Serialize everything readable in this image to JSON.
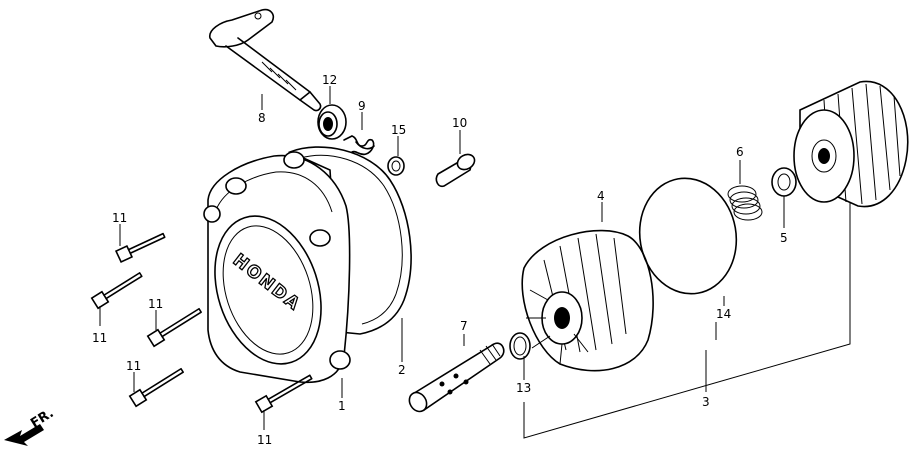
{
  "diagram": {
    "brand_text": "HONDA",
    "direction_label": "FR.",
    "callouts": [
      {
        "id": "c1",
        "text": "1"
      },
      {
        "id": "c2",
        "text": "2"
      },
      {
        "id": "c3",
        "text": "3"
      },
      {
        "id": "c4",
        "text": "4"
      },
      {
        "id": "c5",
        "text": "5"
      },
      {
        "id": "c6",
        "text": "6"
      },
      {
        "id": "c7",
        "text": "7"
      },
      {
        "id": "c8",
        "text": "8"
      },
      {
        "id": "c9",
        "text": "9"
      },
      {
        "id": "c10",
        "text": "10"
      },
      {
        "id": "c11a",
        "text": "11"
      },
      {
        "id": "c11b",
        "text": "11"
      },
      {
        "id": "c11c",
        "text": "11"
      },
      {
        "id": "c11d",
        "text": "11"
      },
      {
        "id": "c11e",
        "text": "11"
      },
      {
        "id": "c12",
        "text": "12"
      },
      {
        "id": "c13",
        "text": "13"
      },
      {
        "id": "c14",
        "text": "14"
      },
      {
        "id": "c15",
        "text": "15"
      }
    ]
  }
}
